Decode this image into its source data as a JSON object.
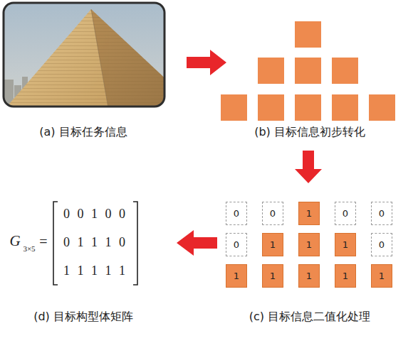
{
  "diagram": {
    "nodes": [
      {
        "text": [
          "0"
        ]
      },
      {
        "text": [
          "0"
        ]
      },
      {
        "text": [
          "1"
        ]
      },
      {
        "text": [
          "0"
        ]
      },
      {
        "text": [
          "0"
        ]
      },
      {
        "text": [
          "0"
        ]
      },
      {
        "text": [
          "1"
        ]
      },
      {
        "text": [
          "1"
        ]
      },
      {
        "text": [
          "1"
        ]
      },
      {
        "text": [
          "0"
        ]
      },
      {
        "text": [
          "1"
        ]
      },
      {
        "text": [
          "1"
        ]
      },
      {
        "text": [
          "1"
        ]
      },
      {
        "text": [
          "1"
        ]
      },
      {
        "text": [
          "1"
        ]
      }
    ],
    "labels": [
      "(a) 目标任务信息",
      "(b) 目标信息初步转化",
      "(c) 目标信息二值化处理",
      "(d) 目标构型体矩阵",
      "G",
      "3×5",
      "=",
      "0 0 1 0 0",
      "0 1 1 1 0",
      "1 1 1 1 1"
    ]
  }
}
